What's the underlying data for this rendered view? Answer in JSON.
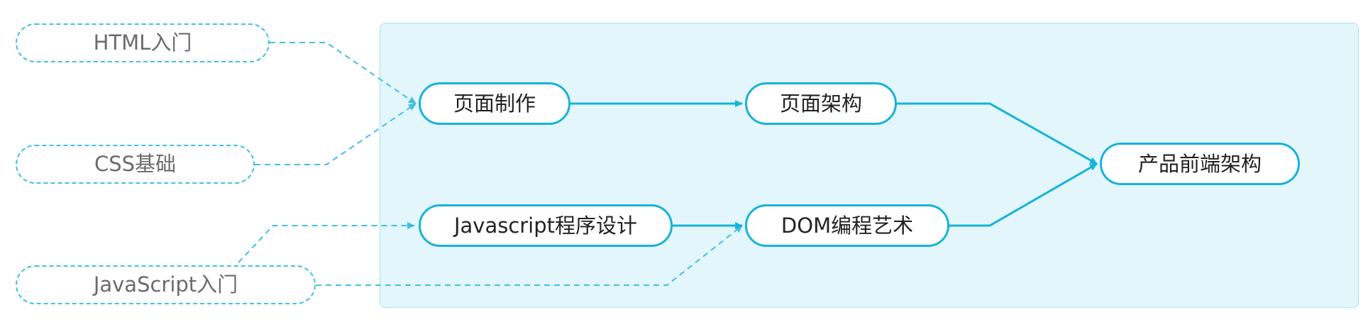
{
  "prerequisites": {
    "html_intro": "HTML入门",
    "css_basics": "CSS基础",
    "js_intro": "JavaScript入门"
  },
  "nodes": {
    "page_making": "页面制作",
    "page_architecture": "页面架构",
    "js_programming": "Javascript程序设计",
    "dom_programming": "DOM编程艺术",
    "frontend_architecture": "产品前端架构"
  },
  "colors": {
    "accent": "#17b2d9",
    "dashed": "#3fc1e0",
    "panel_fill": "#e3f6fb",
    "panel_border": "#a8e3f1",
    "prereq_text": "#6b6b6b",
    "node_text": "#222222"
  }
}
